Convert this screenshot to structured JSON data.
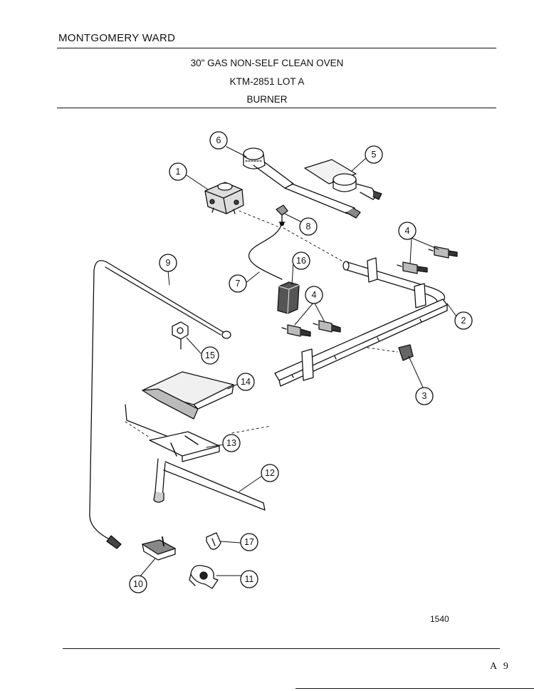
{
  "header": {
    "brand": "MONTGOMERY WARD",
    "title_lines": [
      "30\" GAS NON-SELF CLEAN OVEN",
      "KTM-2851 LOT A",
      "BURNER"
    ]
  },
  "callouts": [
    "1",
    "2",
    "3",
    "4",
    "4",
    "5",
    "6",
    "7",
    "8",
    "9",
    "10",
    "11",
    "12",
    "13",
    "14",
    "15",
    "16",
    "17"
  ],
  "footer": {
    "figure_number": "1540",
    "page_number": "A 9"
  }
}
